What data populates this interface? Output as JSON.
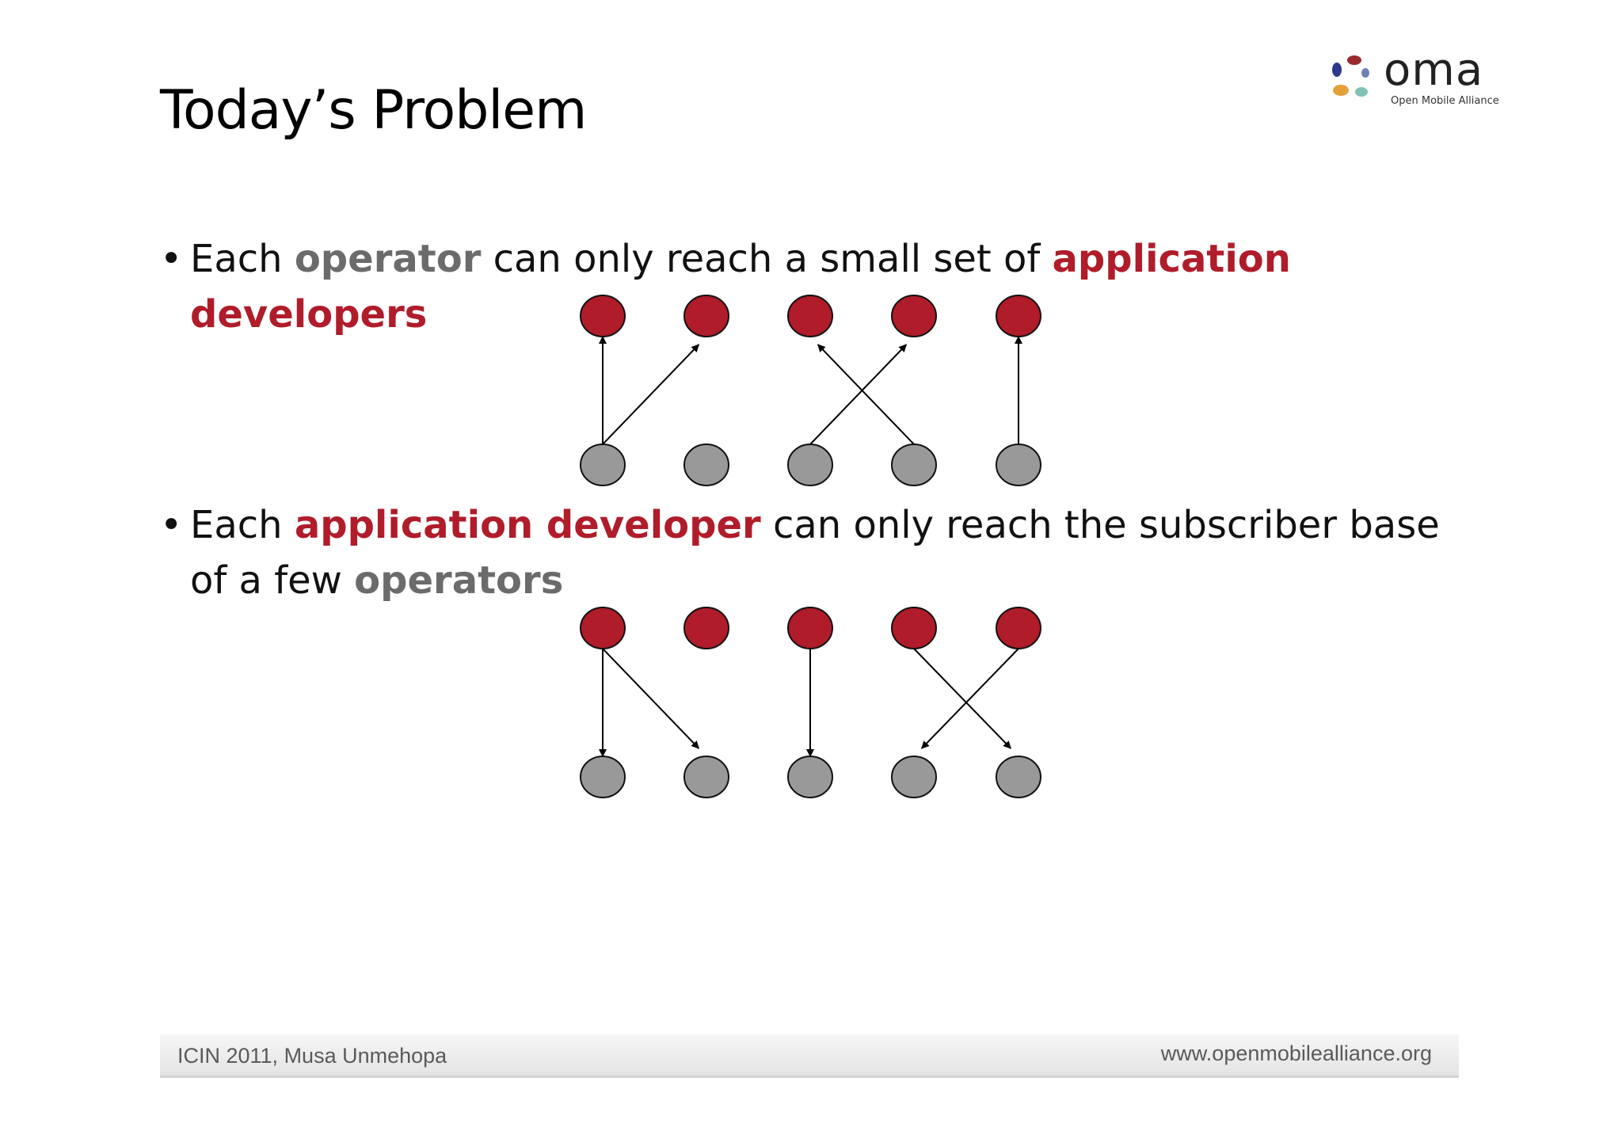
{
  "slide": {
    "title": "Today’s Problem",
    "logo": {
      "wordmark": "oma",
      "tagline": "Open Mobile Alliance",
      "colors": [
        "#9b2a2e",
        "#2b3a8a",
        "#e3a13a",
        "#7fc3b5",
        "#6f7fb3"
      ]
    },
    "bullet_symbol": "•",
    "bullets": [
      {
        "parts": [
          {
            "text": "Each ",
            "style": "normal"
          },
          {
            "text": "operator",
            "style": "operator"
          },
          {
            "text": " can only reach a small set of ",
            "style": "normal"
          },
          {
            "text": "application developers",
            "style": "developer"
          }
        ]
      },
      {
        "parts": [
          {
            "text": "Each ",
            "style": "normal"
          },
          {
            "text": "application developer",
            "style": "developer"
          },
          {
            "text": " can only reach the subscriber base of a few ",
            "style": "normal"
          },
          {
            "text": "operators",
            "style": "operator"
          }
        ]
      }
    ],
    "colors": {
      "developer": "#b01c2a",
      "operator": "#6b6b6b",
      "developer_node": "#b01c2a",
      "operator_node": "#999999"
    },
    "diagrams": [
      {
        "top_row": "developers",
        "bottom_row": "operators",
        "node_count": 5,
        "arrow_direction": "up",
        "links": [
          [
            1,
            1
          ],
          [
            1,
            2
          ],
          [
            3,
            4
          ],
          [
            4,
            3
          ],
          [
            5,
            5
          ]
        ]
      },
      {
        "top_row": "developers",
        "bottom_row": "operators",
        "node_count": 5,
        "arrow_direction": "down",
        "links": [
          [
            1,
            1
          ],
          [
            1,
            2
          ],
          [
            3,
            3
          ],
          [
            4,
            5
          ],
          [
            5,
            4
          ]
        ]
      }
    ],
    "footer": {
      "left": "ICIN 2011, Musa Unmehopa",
      "right": "www.openmobilealliance.org"
    }
  }
}
